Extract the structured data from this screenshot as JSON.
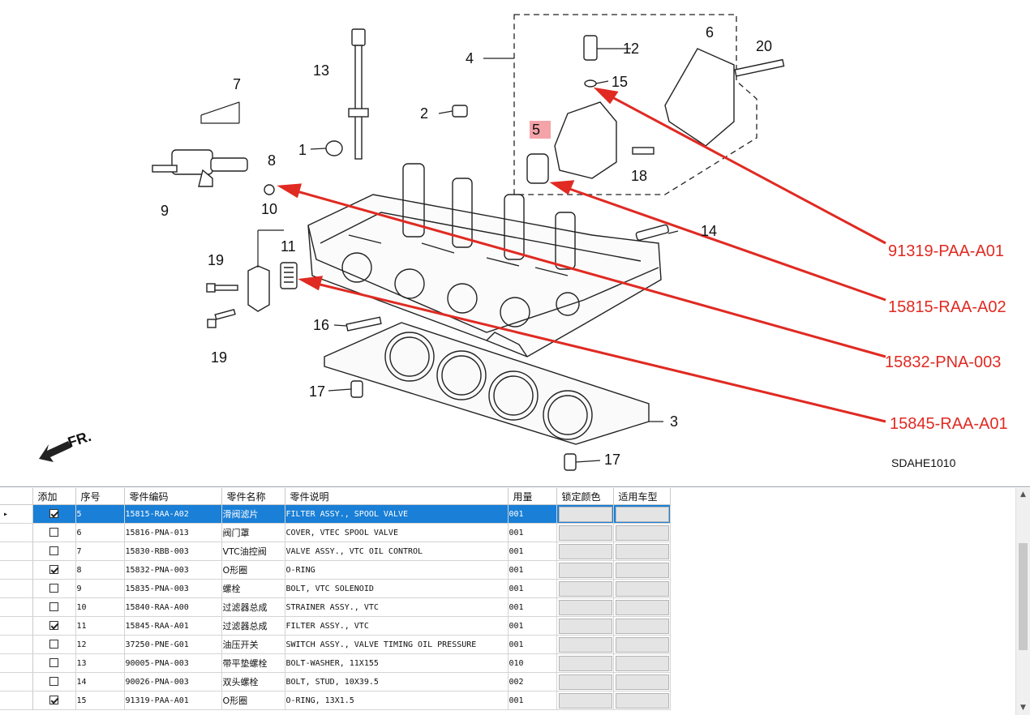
{
  "diagram": {
    "callouts": [
      "1",
      "2",
      "3",
      "4",
      "5",
      "6",
      "7",
      "8",
      "9",
      "10",
      "11",
      "12",
      "13",
      "14",
      "15",
      "16",
      "17",
      "17",
      "18",
      "19",
      "19",
      "20"
    ],
    "part_numbers": [
      "91319-PAA-A01",
      "15815-RAA-A02",
      "15832-PNA-003",
      "15845-RAA-A01"
    ],
    "diagram_code": "SDAHE1010",
    "front_label": "FR.",
    "accent_color": "#e02a22",
    "highlight_color": "#f4a3a8"
  },
  "grid": {
    "columns": [
      "添加",
      "序号",
      "零件编码",
      "零件名称",
      "零件说明",
      "用量",
      "锁定颜色",
      "适用车型"
    ],
    "selected_color": "#1a7fd6",
    "rows": [
      {
        "checked": true,
        "seq": "5",
        "code": "15815-RAA-A02",
        "name": "滑阀滤片",
        "desc": "FILTER ASSY., SPOOL VALVE",
        "qty": "001"
      },
      {
        "checked": false,
        "seq": "6",
        "code": "15816-PNA-013",
        "name": "阀门罩",
        "desc": "COVER, VTEC SPOOL VALVE",
        "qty": "001"
      },
      {
        "checked": false,
        "seq": "7",
        "code": "15830-RBB-003",
        "name": "VTC油控阀",
        "desc": "VALVE ASSY., VTC OIL CONTROL",
        "qty": "001"
      },
      {
        "checked": true,
        "seq": "8",
        "code": "15832-PNA-003",
        "name": "O形圈",
        "desc": "O-RING",
        "qty": "001"
      },
      {
        "checked": false,
        "seq": "9",
        "code": "15835-PNA-003",
        "name": "螺栓",
        "desc": "BOLT, VTC SOLENOID",
        "qty": "001"
      },
      {
        "checked": false,
        "seq": "10",
        "code": "15840-RAA-A00",
        "name": "过滤器总成",
        "desc": "STRAINER ASSY., VTC",
        "qty": "001"
      },
      {
        "checked": true,
        "seq": "11",
        "code": "15845-RAA-A01",
        "name": "过滤器总成",
        "desc": "FILTER ASSY., VTC",
        "qty": "001"
      },
      {
        "checked": false,
        "seq": "12",
        "code": "37250-PNE-G01",
        "name": "油压开关",
        "desc": "SWITCH ASSY., VALVE TIMING OIL PRESSURE",
        "qty": "001"
      },
      {
        "checked": false,
        "seq": "13",
        "code": "90005-PNA-003",
        "name": "带平垫螺栓",
        "desc": "BOLT-WASHER, 11X155",
        "qty": "010"
      },
      {
        "checked": false,
        "seq": "14",
        "code": "90026-PNA-003",
        "name": "双头螺栓",
        "desc": "BOLT, STUD, 10X39.5",
        "qty": "002"
      },
      {
        "checked": true,
        "seq": "15",
        "code": "91319-PAA-A01",
        "name": "O形圈",
        "desc": "O-RING, 13X1.5",
        "qty": "001"
      }
    ]
  },
  "scrollbar": {
    "up_icon": "triangle-up-icon",
    "down_icon": "triangle-down-icon"
  }
}
